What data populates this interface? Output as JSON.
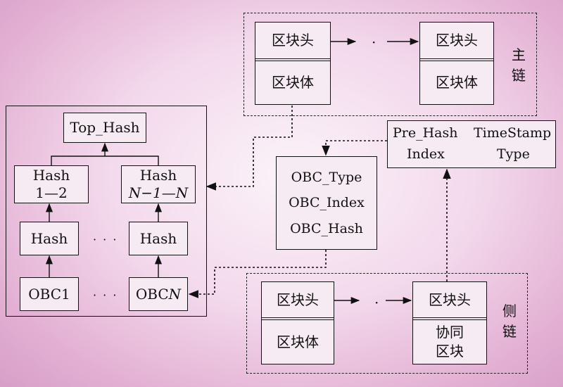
{
  "main_chain": {
    "label_1": "主",
    "label_2": "链",
    "block_first": {
      "header": "区块头",
      "body": "区块体"
    },
    "block_last": {
      "header": "区块头",
      "body": "区块体"
    },
    "ellipsis": "·"
  },
  "side_chain": {
    "label_1": "侧",
    "label_2": "链",
    "block_first": {
      "header": "区块头",
      "body": "区块体"
    },
    "block_last": {
      "header": "区块头",
      "body_line1": "协同",
      "body_line2": "区块"
    },
    "ellipsis": "·"
  },
  "merkle_tree": {
    "top": "Top_Hash",
    "hash_12_line1": "Hash",
    "hash_12_line2": "1—2",
    "hash_n_line1": "Hash",
    "hash_n_line2": "N−1—N",
    "hash_left": "Hash",
    "hash_right": "Hash",
    "leaf_left": "OBC1",
    "leaf_right_prefix": "OBC",
    "leaf_right_suffix": "N",
    "ellipsis_mid": "· · ·",
    "ellipsis_bottom": "· · ·"
  },
  "obc_box": {
    "line1": "OBC_Type",
    "line2": "OBC_Index",
    "line3": "OBC_Hash"
  },
  "header_fields": {
    "pre_hash": "Pre_Hash",
    "timestamp": "TimeStamp",
    "index": "Index",
    "type": "Type"
  }
}
